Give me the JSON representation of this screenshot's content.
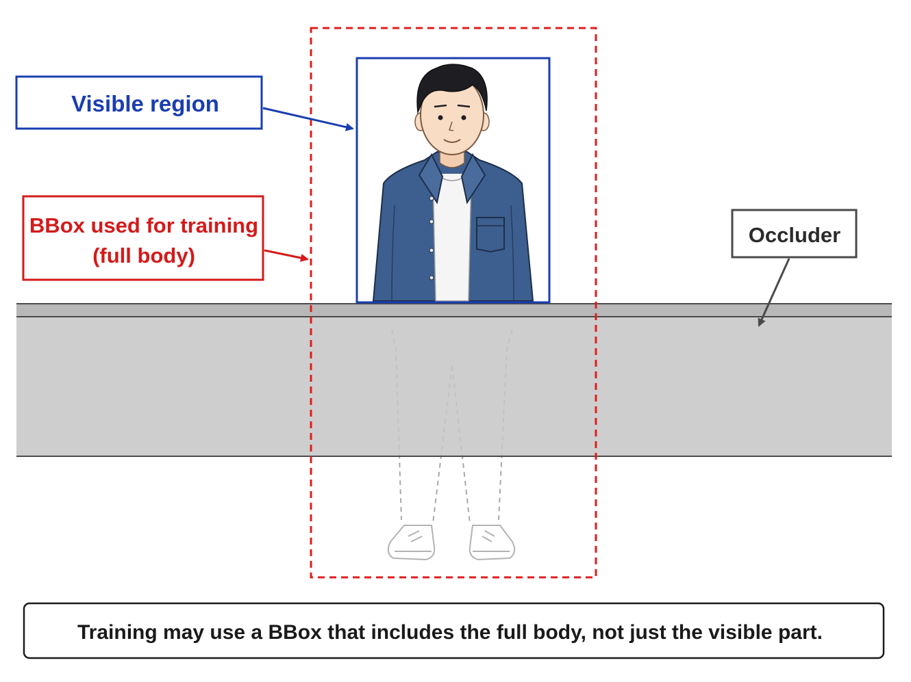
{
  "labels": {
    "visible_region": "Visible region",
    "bbox_training_line1": "BBox used for training",
    "bbox_training_line2": "(full body)",
    "occluder": "Occluder"
  },
  "caption": "Training may use a BBox that includes the full body, not just the visible part.",
  "colors": {
    "visible_blue": "#1a3eb0",
    "bbox_red": "#d41a1a",
    "occluder_gray": "#c6c6c6",
    "occluder_edge": "#4a4a4a",
    "jacket": "#3d5f8f",
    "hair": "#1e1e22",
    "skin": "#f9dcc4",
    "text_dark": "#1a1a1a"
  },
  "icons": {
    "person": "person-figure-icon",
    "hidden_legs": "hidden-legs-outline-icon",
    "shoes": "sneakers-icon"
  }
}
